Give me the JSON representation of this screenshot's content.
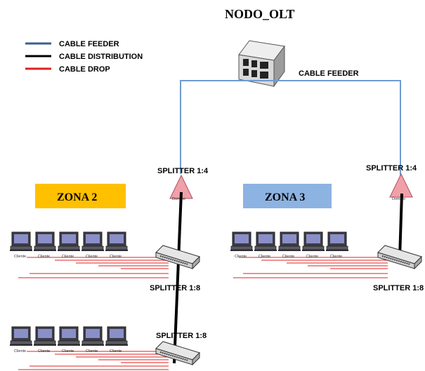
{
  "title": "NODO_OLT",
  "legend": [
    {
      "label": "CABLE FEEDER",
      "color": "#3a5f8f"
    },
    {
      "label": "CABLE DISTRIBUTION",
      "color": "#000000"
    },
    {
      "label": "CABLE DROP",
      "color": "#e02020"
    }
  ],
  "feeder_label": "CABLE FEEDER",
  "zones": [
    {
      "label": "ZONA 2",
      "color": "#ffc000"
    },
    {
      "label": "ZONA 3",
      "color": "#8db3e2"
    }
  ],
  "splitter_1_4": {
    "label": "SPLITTER 1:4",
    "sublabel": "Domino"
  },
  "splitter_1_8_label": "SPLITTER 1:8",
  "client_label": "Cliente",
  "colors": {
    "feeder_line": "#6f9bd1",
    "distribution_line": "#000000",
    "drop_line": "#e02020",
    "splitter_triangle": "#f0a0a8"
  }
}
